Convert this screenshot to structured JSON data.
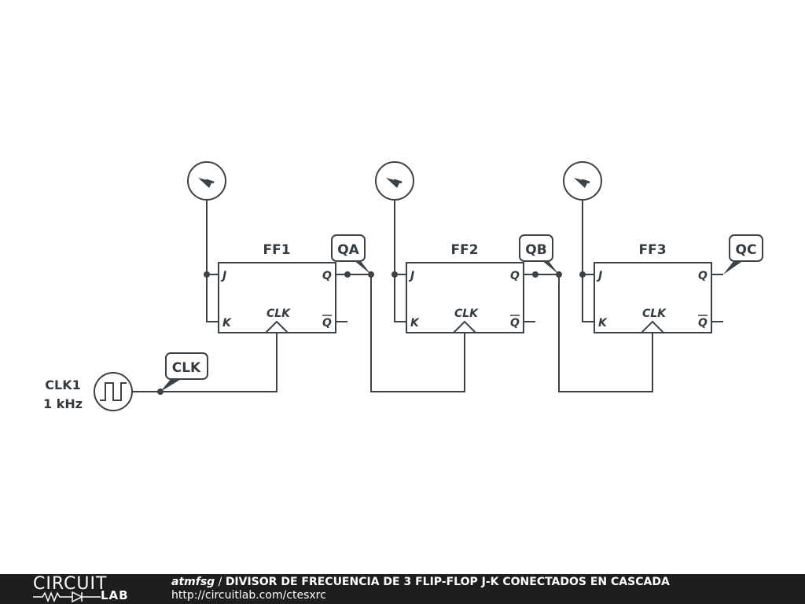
{
  "flipflops": [
    {
      "name": "FF1",
      "pin_j": "J",
      "pin_k": "K",
      "pin_q": "Q",
      "pin_qbar": "Q",
      "pin_clk": "CLK"
    },
    {
      "name": "FF2",
      "pin_j": "J",
      "pin_k": "K",
      "pin_q": "Q",
      "pin_qbar": "Q",
      "pin_clk": "CLK"
    },
    {
      "name": "FF3",
      "pin_j": "J",
      "pin_k": "K",
      "pin_q": "Q",
      "pin_qbar": "Q",
      "pin_clk": "CLK"
    }
  ],
  "net_tags": {
    "qa": "QA",
    "qb": "QB",
    "qc": "QC",
    "clk": "CLK"
  },
  "source": {
    "name": "CLK1",
    "frequency": "1 kHz"
  },
  "footer": {
    "logo_top": "CIRCUIT",
    "logo_bottom": "LAB",
    "user": "atmfsg",
    "separator": " / ",
    "title": "DIVISOR DE FRECUENCIA DE 3 FLIP-FLOP J-K CONECTADOS EN CASCADA",
    "url": "http://circuitlab.com/ctesxrc"
  }
}
